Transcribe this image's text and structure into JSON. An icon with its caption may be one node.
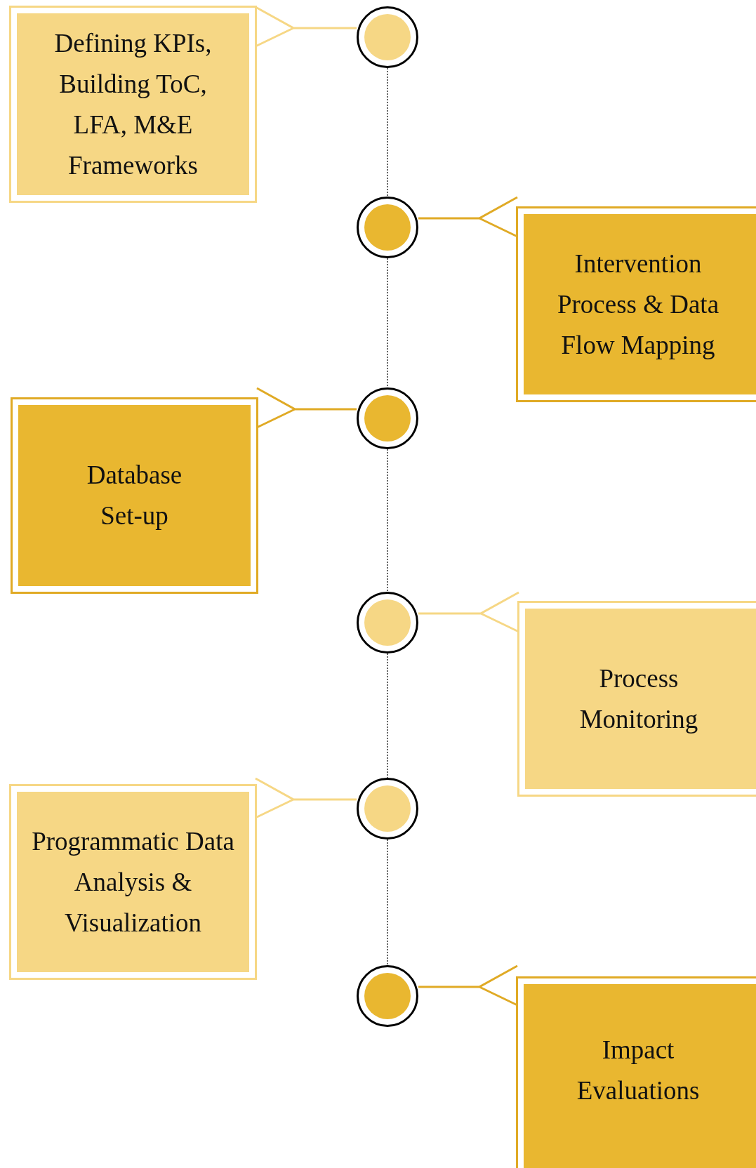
{
  "diagram": {
    "nodes": [
      {
        "text": [
          "Defining KPIs, Building ToC, LFA, M&E Frameworks"
        ]
      },
      {
        "text": [],
        "shape": "circle"
      },
      {
        "text": [],
        "shape": "circle"
      },
      {
        "text": [
          "Intervention Process & Data Flow Mapping"
        ]
      },
      {
        "text": [
          "Database Set-up"
        ]
      },
      {
        "text": [],
        "shape": "circle"
      },
      {
        "text": [],
        "shape": "circle"
      },
      {
        "text": [
          "Process Monitoring"
        ]
      },
      {
        "text": [
          "Programmatic Data Analysis & Visualization"
        ]
      },
      {
        "text": [],
        "shape": "circle"
      },
      {
        "text": [],
        "shape": "circle"
      },
      {
        "text": [
          "Impact Evaluations"
        ]
      }
    ],
    "edges": [
      {
        "from": 0,
        "to": 1,
        "arrow": "other",
        "color": "#f6d785"
      },
      {
        "from": 3,
        "to": 2,
        "arrow": "other",
        "color": "#e0aa25"
      },
      {
        "from": 4,
        "to": 5,
        "arrow": "other",
        "color": "#e0aa25"
      },
      {
        "from": 7,
        "to": 6,
        "arrow": "other",
        "color": "#f6d785"
      },
      {
        "from": 8,
        "to": 9,
        "arrow": "other",
        "color": "#f6d785"
      },
      {
        "from": 11,
        "to": 10,
        "arrow": "other",
        "color": "#e0aa25"
      },
      {
        "from": 1,
        "to": 2,
        "arrow": "none",
        "style": "dashed"
      },
      {
        "from": 2,
        "to": 5,
        "arrow": "none",
        "style": "dashed"
      },
      {
        "from": 5,
        "to": 6,
        "arrow": "none",
        "style": "dashed"
      },
      {
        "from": 6,
        "to": 9,
        "arrow": "none",
        "style": "dashed"
      },
      {
        "from": 9,
        "to": 10,
        "arrow": "none",
        "style": "dashed"
      }
    ]
  }
}
